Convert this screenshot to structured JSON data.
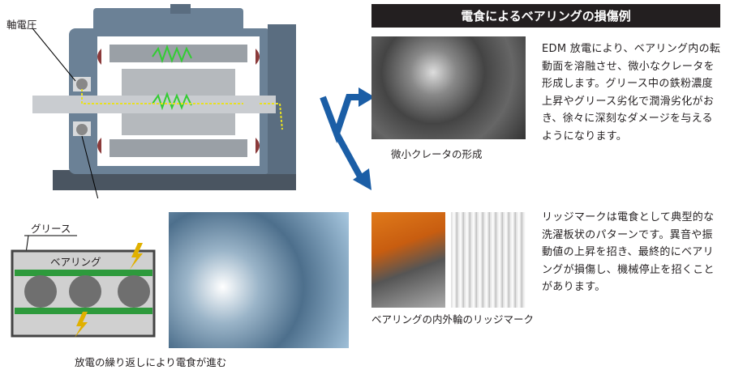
{
  "header": {
    "title": "電食によるベアリングの損傷例"
  },
  "labels": {
    "shaft_voltage": "軸電圧",
    "grease": "グリース",
    "bearing": "ベアリング"
  },
  "captions": {
    "crater": "微小クレータの形成",
    "ridge": "ベアリングの内外輪のリッジマーク",
    "bottom": "放電の繰り返しにより電食が進む"
  },
  "paragraphs": {
    "crater": "EDM 放電により、ベアリング内の転動面を溶融させ、微小なクレータを形成します。グリース中の鉄粉濃度上昇やグリース劣化で潤滑劣化がおき、徐々に深刻なダメージを与えるようになります。",
    "ridge": "リッジマークは電食として典型的な洗濯板状のパターンです。異音や振動値の上昇を招き、最終的にベアリングが損傷し、機械停止を招くことがあります。"
  },
  "colors": {
    "arrow": "#1b5ea6",
    "header_bg": "#231f20",
    "motor": "#6b8196",
    "current": "#e8e020"
  }
}
